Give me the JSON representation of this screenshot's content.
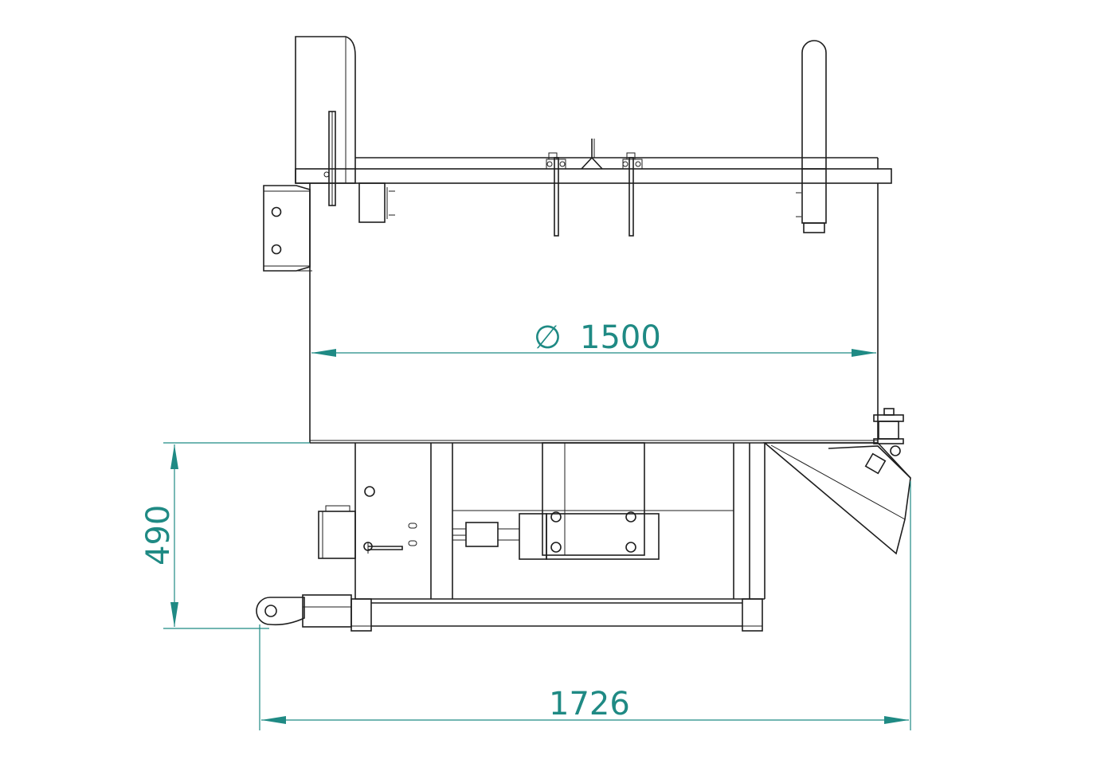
{
  "drawing": {
    "line_color": "#1e1e1e",
    "dimension_color": "#1f8a84",
    "dimensions": {
      "diameter": {
        "symbol": "∅",
        "value": "1500"
      },
      "height": {
        "value": "490"
      },
      "width": {
        "value": "1726"
      }
    }
  }
}
